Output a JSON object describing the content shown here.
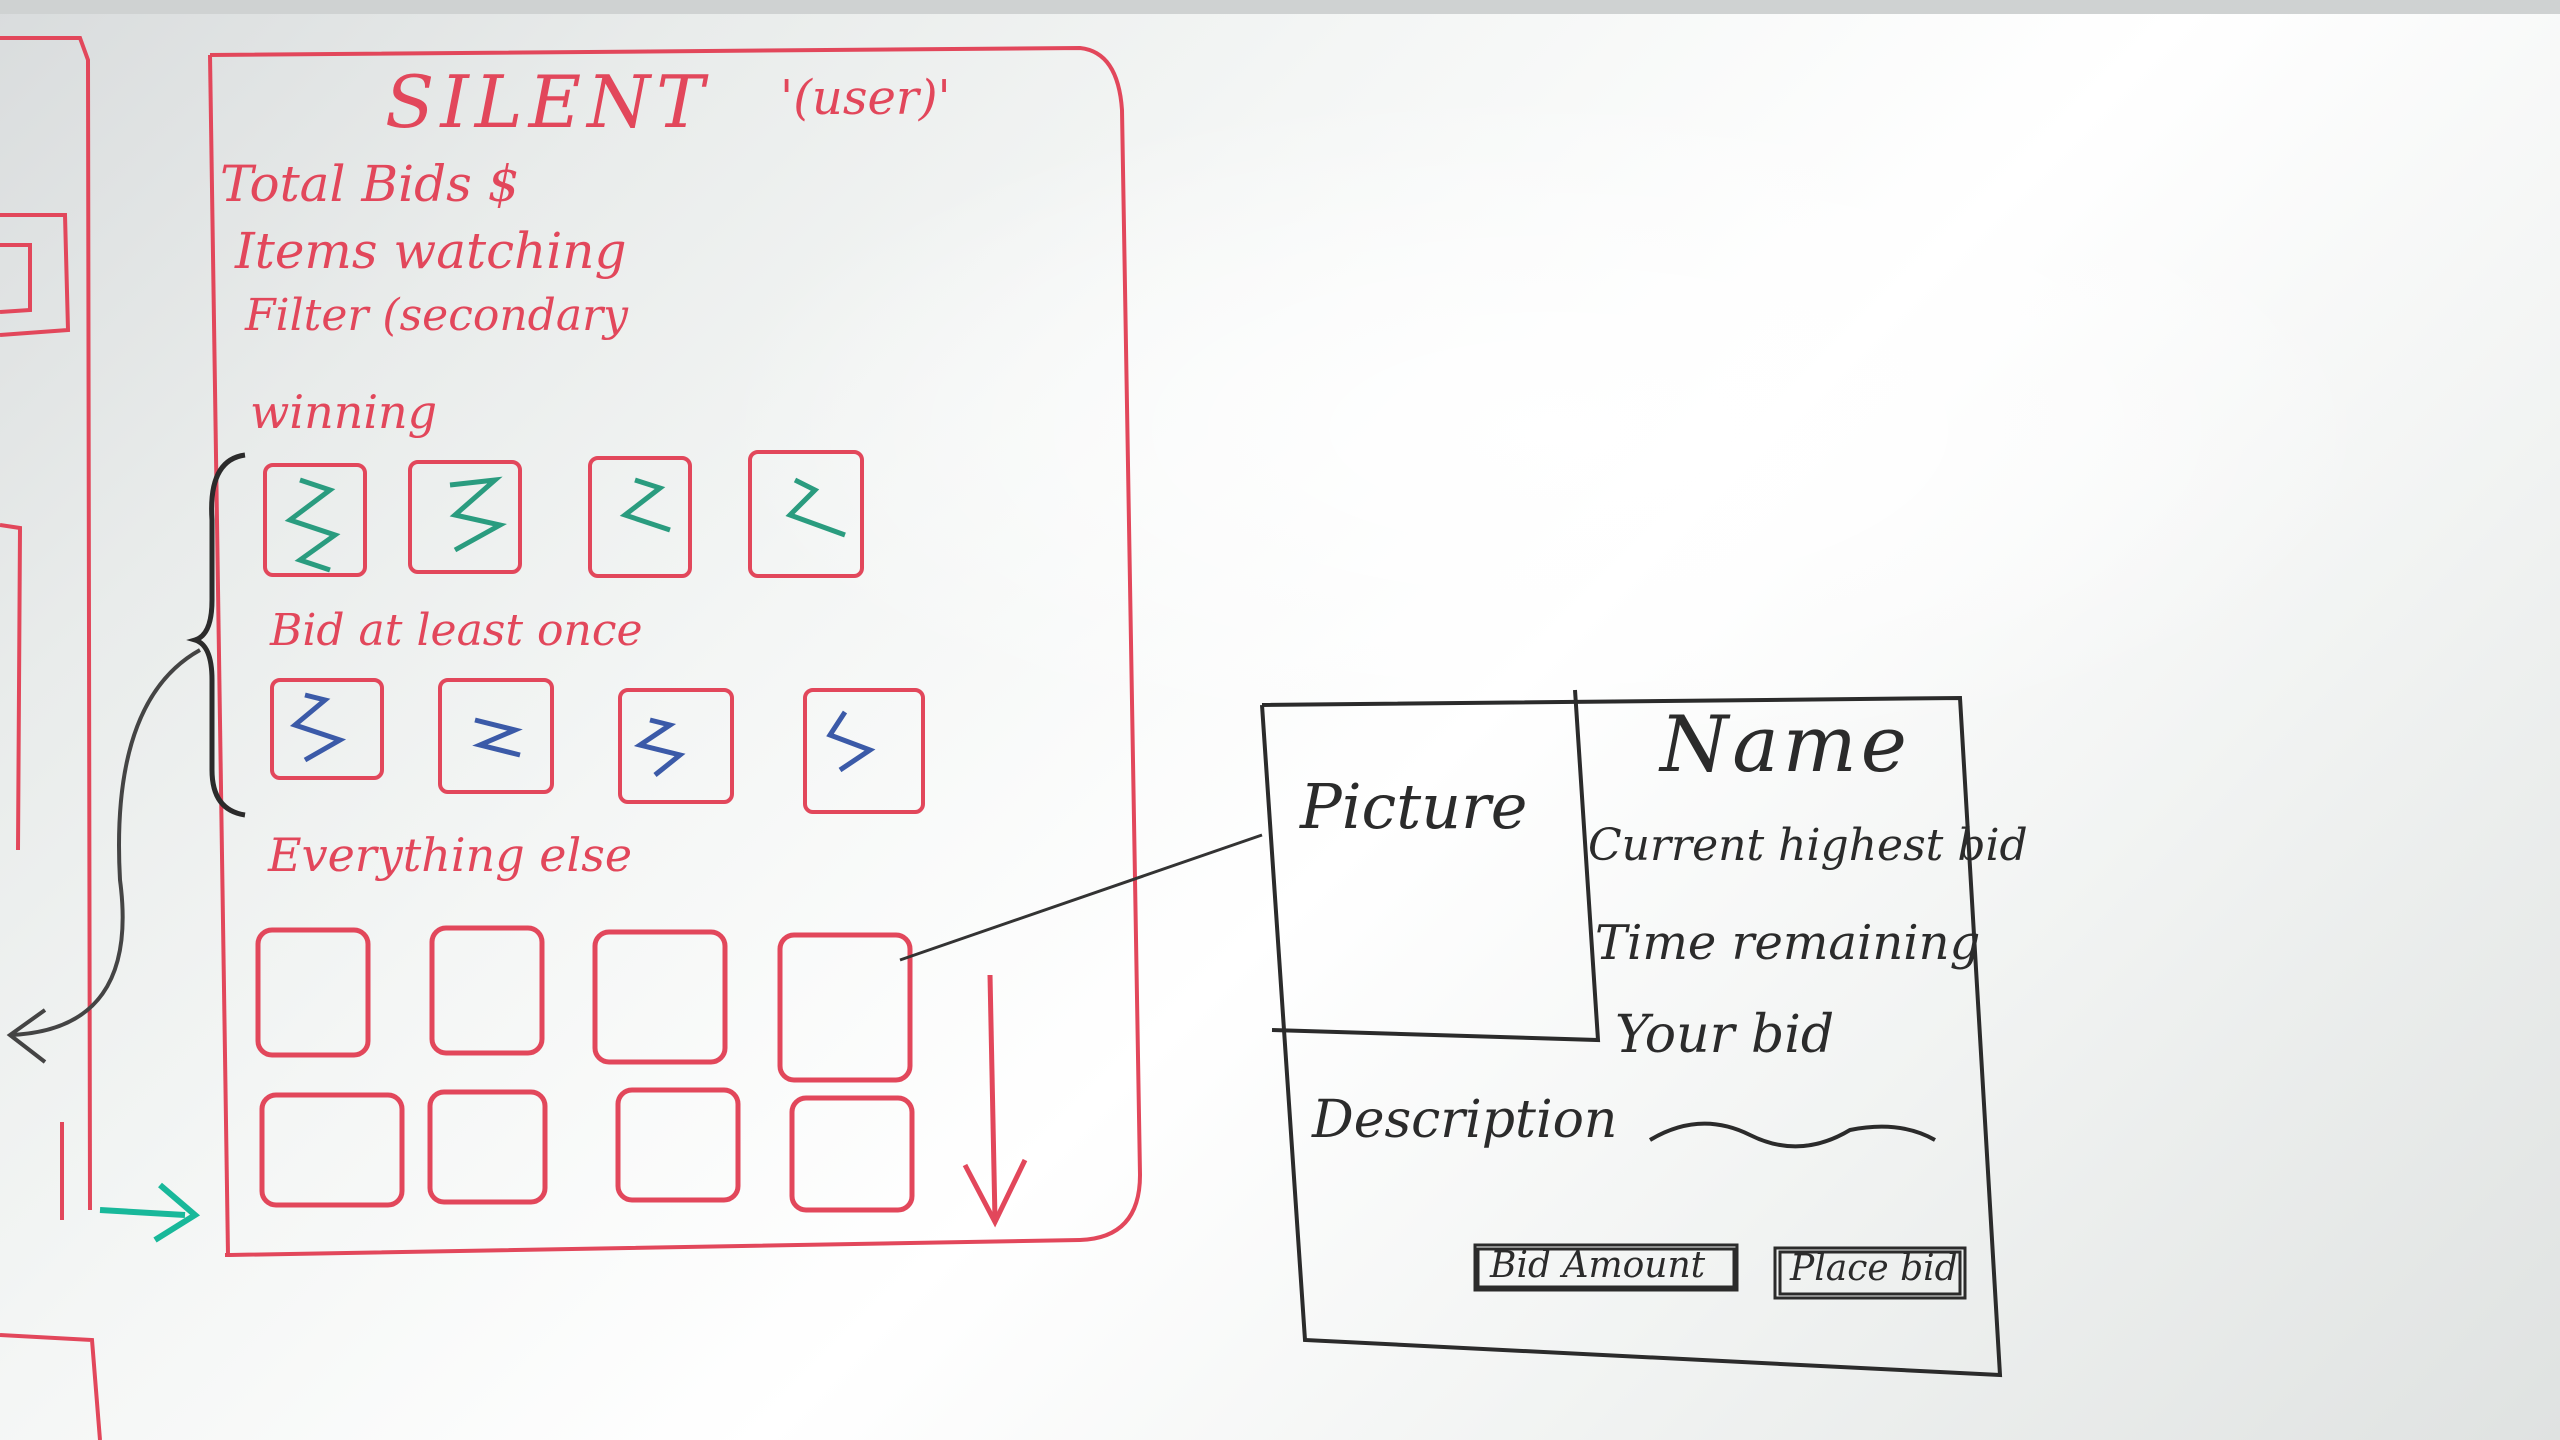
{
  "user_screen": {
    "title": "SILENT",
    "subtitle": "'(user)'",
    "header_lines": [
      "Total Bids $",
      "Items watching",
      "Filter (secondary"
    ],
    "sections": [
      {
        "label": "winning",
        "count": 4,
        "stroke": "#2a9c7f"
      },
      {
        "label": "Bid at least once",
        "count": 4,
        "stroke": "#3b5aa8"
      },
      {
        "label": "Everything else",
        "count": 8,
        "stroke": ""
      }
    ]
  },
  "item_detail": {
    "picture_label": "Picture",
    "name_label": "Name",
    "fields": [
      "Current highest bid",
      "Time remaining",
      "Your bid"
    ],
    "description_label": "Description",
    "bid_amount_label": "Bid Amount",
    "place_bid_label": "Place bid"
  },
  "colors": {
    "marker_red": "#e2475b",
    "marker_black": "#2b2b2b",
    "marker_green": "#2a9c7f",
    "marker_blue": "#3b5aa8",
    "marker_teal": "#18b89a"
  }
}
